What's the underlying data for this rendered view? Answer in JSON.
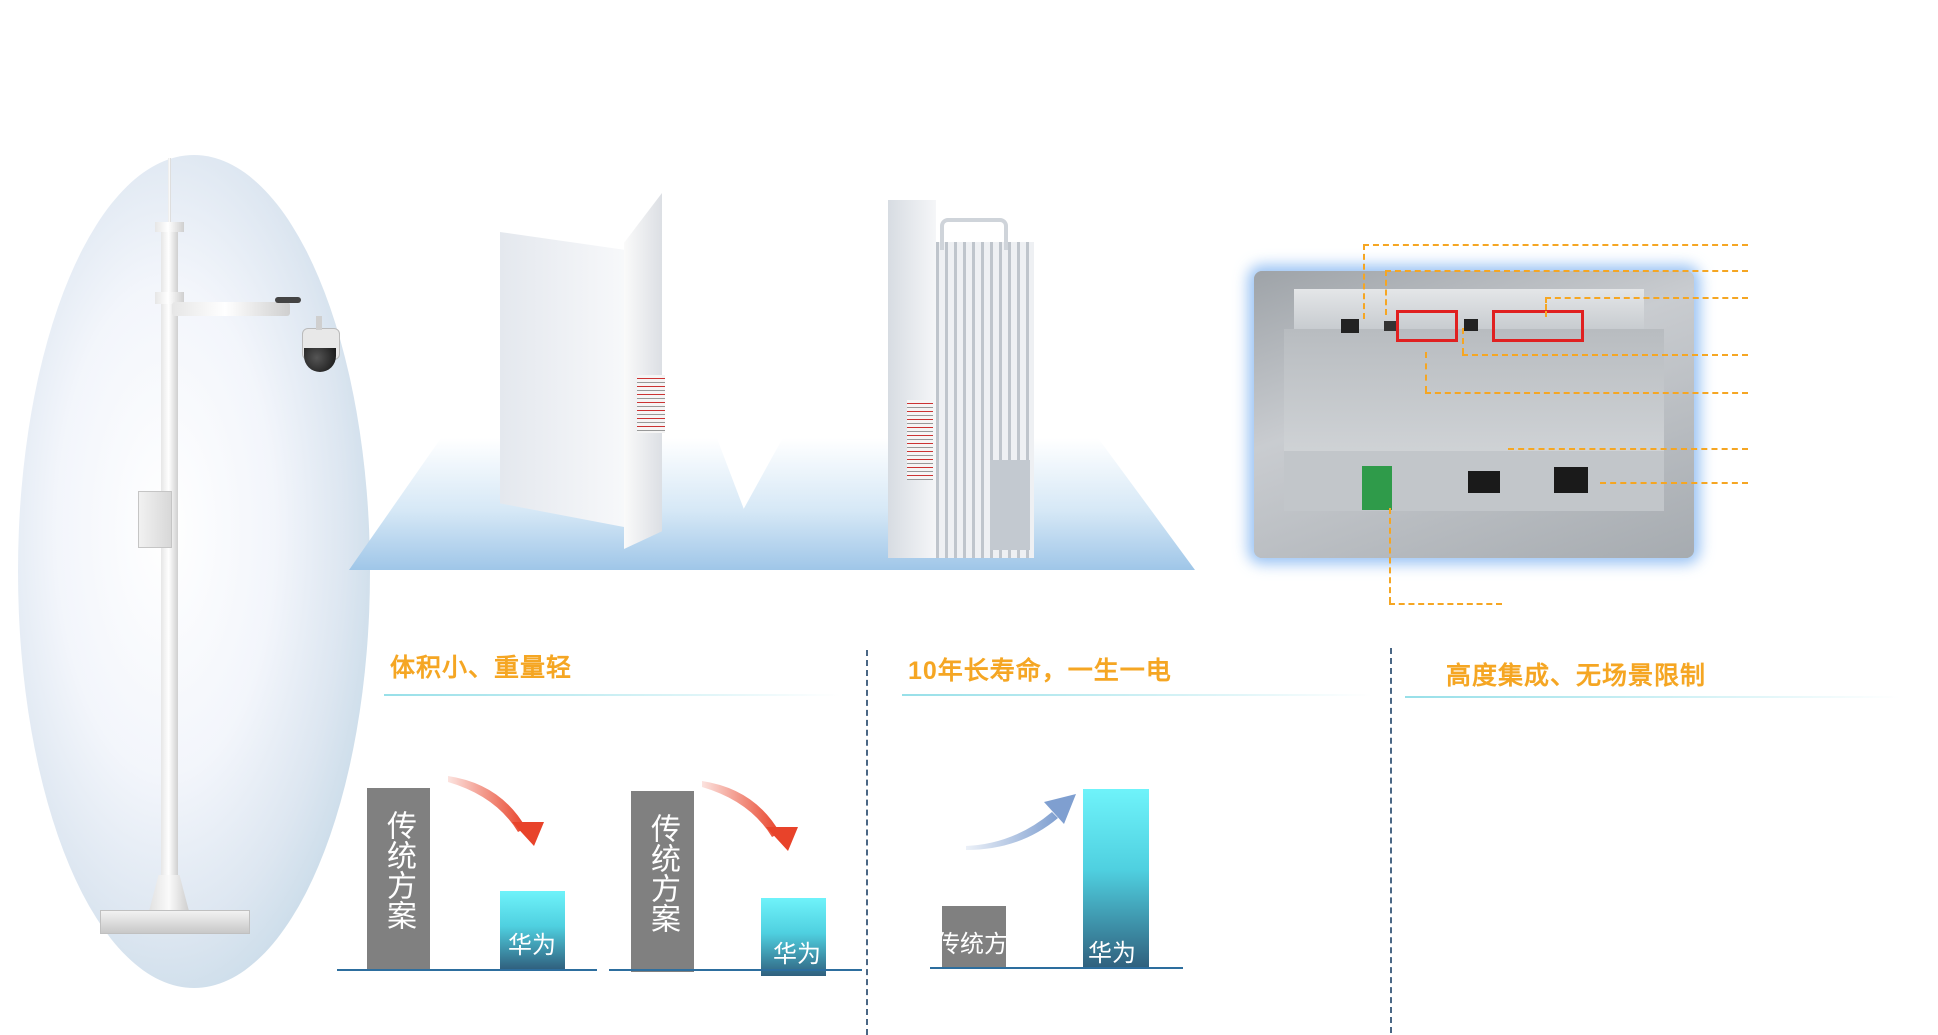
{
  "sections": [
    {
      "title": "体积小、重量轻"
    },
    {
      "title": "10年长寿命，一生一电"
    },
    {
      "title": "高度集成、无场景限制"
    }
  ],
  "charts": {
    "volume": {
      "traditional_label": "传统方案",
      "huawei_label": "华为"
    },
    "weight": {
      "traditional_label": "传统方案",
      "huawei_label": "华为"
    },
    "lifespan": {
      "traditional_label": "传统方案",
      "huawei_label": "华为"
    }
  },
  "colors": {
    "title": "#f5a623",
    "gray_bar": "#808080",
    "cyan_bar": "#6ff3fa",
    "arrow_red": "#e8432a",
    "callout": "#f5a623"
  }
}
